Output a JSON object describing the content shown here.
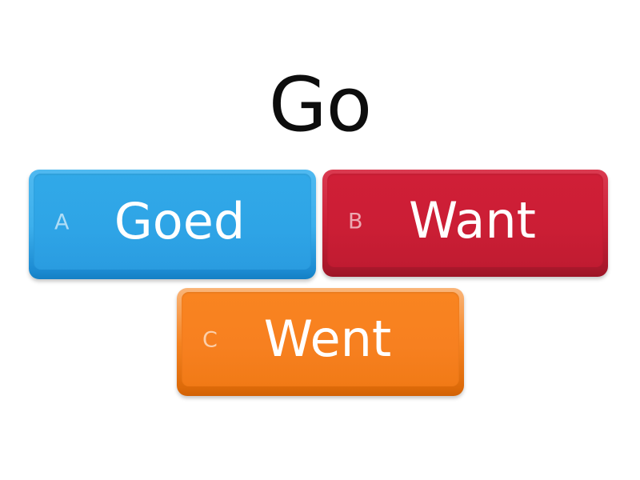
{
  "question": {
    "prompt": "Go"
  },
  "answers": [
    {
      "key": "A",
      "label": "Goed",
      "color": "#2EA4E6",
      "name": "answer-option-a"
    },
    {
      "key": "B",
      "label": "Want",
      "color": "#CB1E35",
      "name": "answer-option-b"
    },
    {
      "key": "C",
      "label": "Went",
      "color": "#F78020",
      "name": "answer-option-c"
    }
  ],
  "theme": {
    "background": "#FFFFFF",
    "prompt_color": "#0D0D0D",
    "answer_text_color": "#FFFFFF",
    "answer_letter_color": "rgba(255,255,255,0.62)"
  }
}
